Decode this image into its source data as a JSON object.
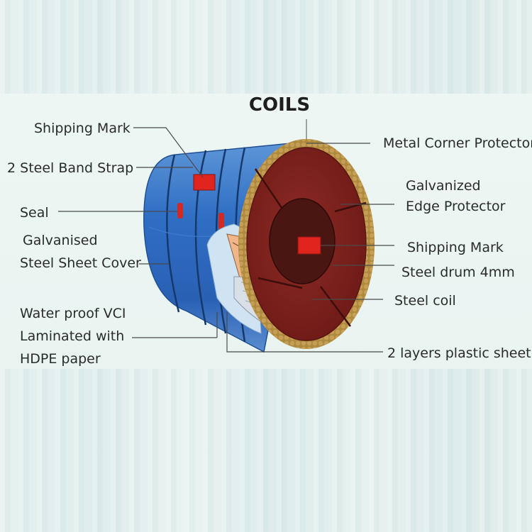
{
  "diagram": {
    "title": "COILS",
    "labels": {
      "shipping_mark_left": "Shipping Mark",
      "steel_band_strap": "2 Steel Band Strap",
      "seal": "Seal",
      "galvanised_line1": "Galvanised",
      "galvanised_line2": "Steel Sheet Cover",
      "waterproof_line1": "Water proof VCI",
      "waterproof_line2": "Laminated with",
      "waterproof_line3": "HDPE paper",
      "metal_corner_protector": "Metal Corner Protector",
      "galvanized_edge_line1": "Galvanized",
      "galvanized_edge_line2": "Edge Protector",
      "shipping_mark_right": "Shipping Mark",
      "steel_drum": "Steel drum 4mm",
      "steel_coil": "Steel coil",
      "plastic_sheet": "2 layers plastic sheet"
    },
    "colors": {
      "cover_blue": "#2f6fc4",
      "face_red": "#7b1f1c",
      "hub_dark": "#4a1612",
      "mark_red": "#e0241e",
      "rim_gold": "#b08a3c",
      "paper_orange": "#f0b689"
    }
  }
}
